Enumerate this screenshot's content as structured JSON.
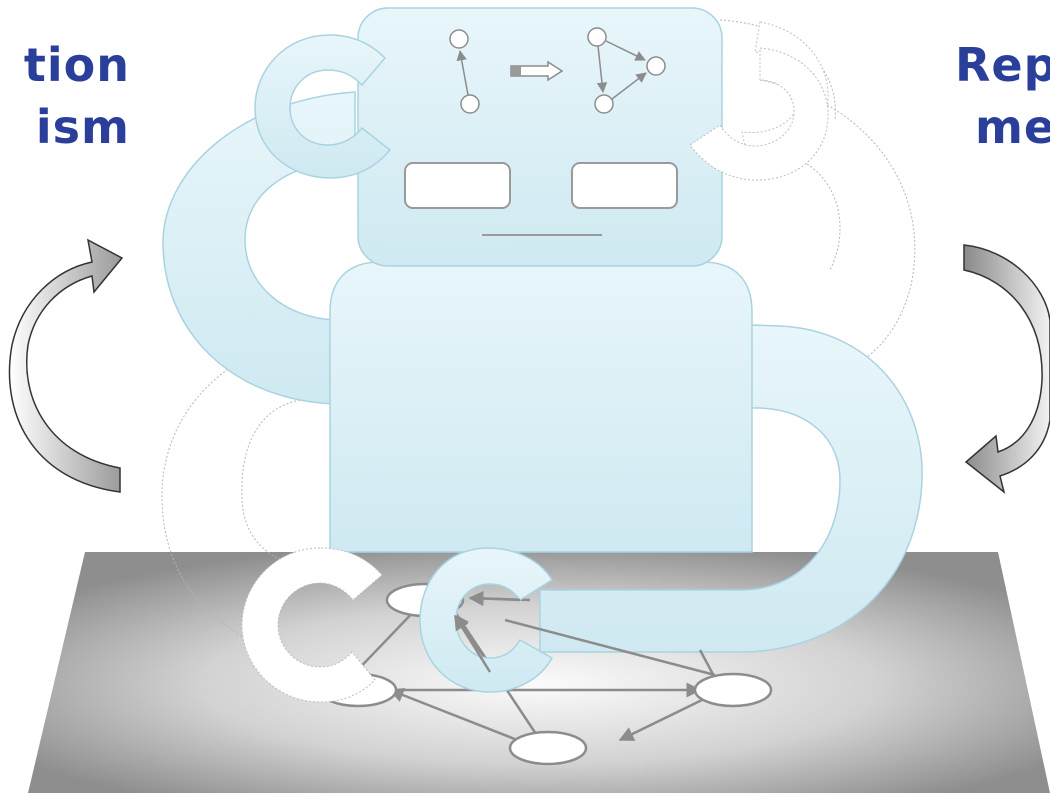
{
  "left_caption": {
    "line1": "tion",
    "line2": "ism"
  },
  "right_caption": {
    "line1": "Rep",
    "line2": "me"
  },
  "colors": {
    "caption": "#2a3f9a",
    "robot_fill": "#d9eff6",
    "robot_stroke": "#a9d3e0",
    "graph_stroke": "#8c8c8c",
    "platform_dark": "#8f8f8f",
    "platform_light": "#f4f4f4"
  },
  "icons": {
    "left_arrow": "curved-arrow-up-icon",
    "right_arrow": "curved-arrow-down-icon",
    "head_transform": "graph-transform-icon"
  }
}
